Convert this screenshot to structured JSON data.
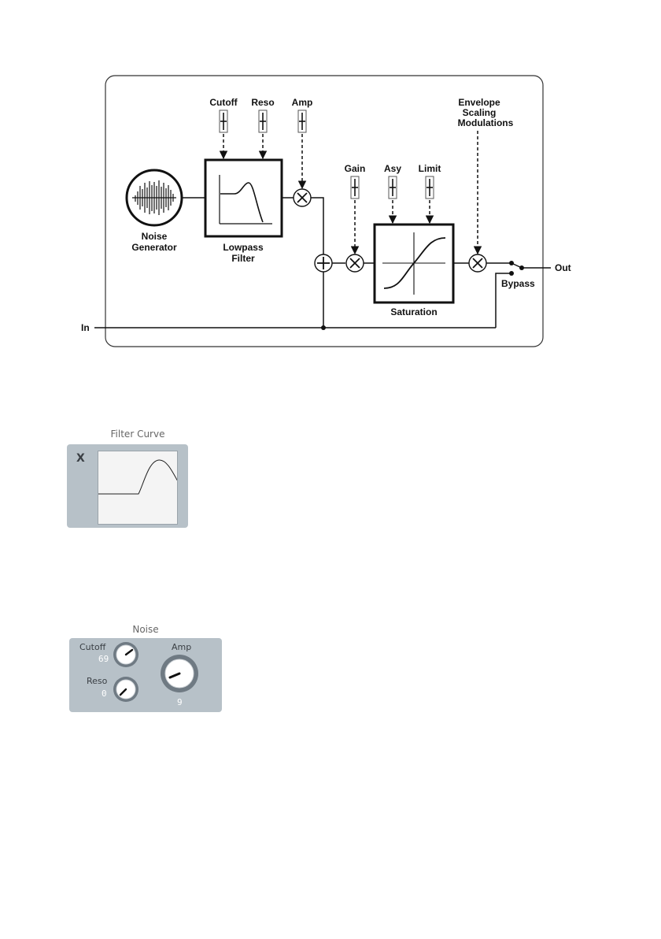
{
  "diagram": {
    "params": {
      "cutoff": "Cutoff",
      "reso": "Reso",
      "amp": "Amp",
      "gain": "Gain",
      "asy": "Asy",
      "limit": "Limit",
      "envelope_line1": "Envelope",
      "envelope_line2": "Scaling",
      "envelope_line3": "Modulations"
    },
    "noise_generator_line1": "Noise",
    "noise_generator_line2": "Generator",
    "lowpass_line1": "Lowpass",
    "lowpass_line2": "Filter",
    "saturation": "Saturation",
    "bypass": "Bypass",
    "out": "Out",
    "in": "In"
  },
  "filter_curve_panel": {
    "title": "Filter Curve",
    "close_icon": "X"
  },
  "noise_panel": {
    "title": "Noise",
    "cutoff_label": "Cutoff",
    "cutoff_value": "69",
    "reso_label": "Reso",
    "reso_value": "0",
    "amp_label": "Amp",
    "amp_value": "9"
  }
}
